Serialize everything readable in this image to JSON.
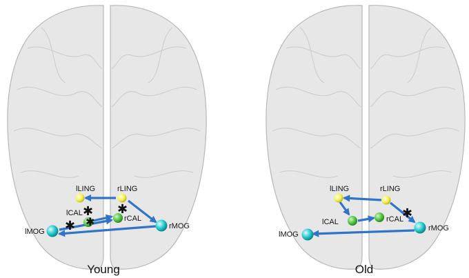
{
  "panels": [
    {
      "id": "young",
      "caption": "Young",
      "nodes": {
        "lLING": {
          "label": "lLING",
          "color": "#ffff66"
        },
        "rLING": {
          "label": "rLING",
          "color": "#ffff66"
        },
        "lCAL": {
          "label": "lCAL",
          "color": "#55cc44"
        },
        "rCAL": {
          "label": "rCAL",
          "color": "#55cc44"
        },
        "lMOG": {
          "label": "lMOG",
          "color": "#22cccc"
        },
        "rMOG": {
          "label": "rMOG",
          "color": "#22cccc"
        }
      },
      "connections": [
        {
          "from": "rLING",
          "to": "lLING"
        },
        {
          "from": "rLING",
          "to": "rMOG"
        },
        {
          "from": "lCAL",
          "to": "rCAL"
        },
        {
          "from": "rMOG",
          "to": "lMOG"
        },
        {
          "from": "lMOG",
          "to": "rCAL"
        }
      ],
      "significance_markers": 4
    },
    {
      "id": "old",
      "caption": "Old",
      "nodes": {
        "lLING": {
          "label": "lLING",
          "color": "#ffff66"
        },
        "rLING": {
          "label": "rLING",
          "color": "#ffff66"
        },
        "lCAL": {
          "label": "lCAL",
          "color": "#55cc44"
        },
        "rCAL": {
          "label": "rCAL",
          "color": "#55cc44"
        },
        "lMOG": {
          "label": "lMOG",
          "color": "#22cccc"
        },
        "rMOG": {
          "label": "rMOG",
          "color": "#22cccc"
        }
      },
      "connections": [
        {
          "from": "rLING",
          "to": "lLING"
        },
        {
          "from": "rLING",
          "to": "rMOG"
        },
        {
          "from": "lLING",
          "to": "lCAL"
        },
        {
          "from": "lCAL",
          "to": "rCAL"
        },
        {
          "from": "rMOG",
          "to": "lMOG"
        }
      ],
      "significance_markers": 1
    }
  ],
  "colors": {
    "arrow": "#2f74c8",
    "marker": "#111111",
    "brain_fill": "#e6e6e6",
    "brain_stroke": "#b4b4b4"
  }
}
